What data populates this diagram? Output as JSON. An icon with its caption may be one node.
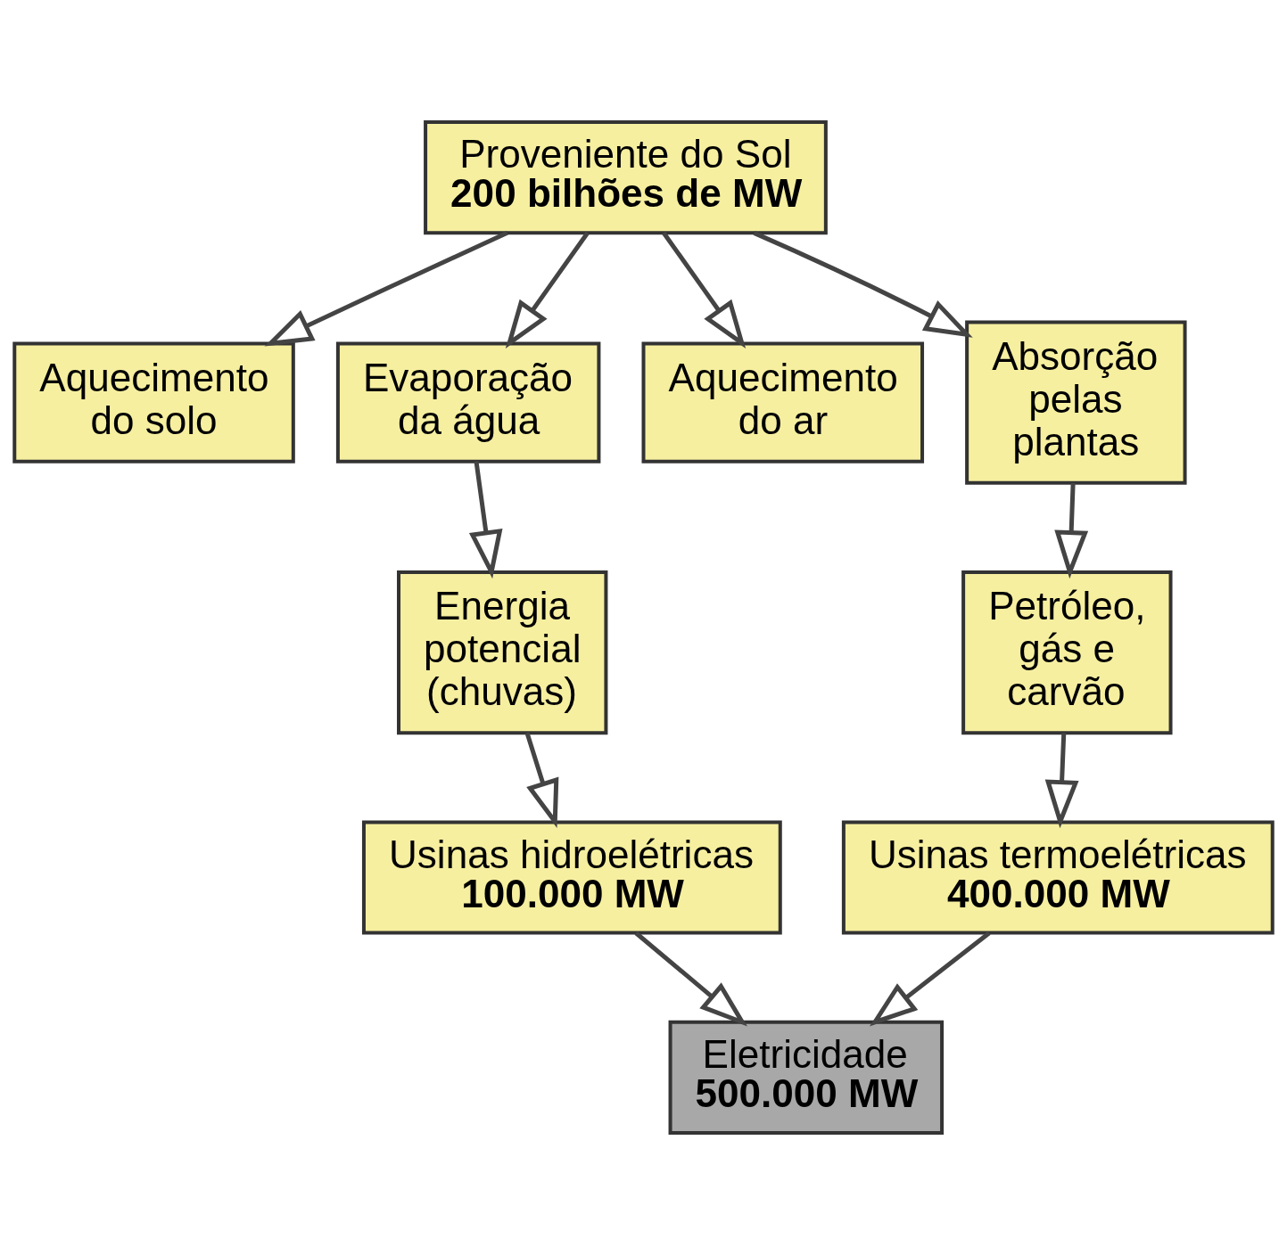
{
  "diagram": {
    "nodes": [
      {
        "text": [
          "Proveniente do Sol",
          "200 bilhões de MW"
        ]
      },
      {
        "text": [
          "Aquecimento do solo"
        ]
      },
      {
        "text": [
          "Evaporação da água"
        ]
      },
      {
        "text": [
          "Aquecimento do ar"
        ]
      },
      {
        "text": [
          "Absorção pelas plantas"
        ]
      },
      {
        "text": [
          "Energia potencial (chuvas)"
        ]
      },
      {
        "text": [
          "Petróleo, gás e carvão"
        ]
      },
      {
        "text": [
          "Usinas hidroelétricas",
          "100.000 MW"
        ]
      },
      {
        "text": [
          "Usinas termoelétricas",
          "400.000 MW"
        ]
      },
      {
        "text": [
          "Eletricidade",
          "500.000 MW"
        ]
      }
    ],
    "edges": [
      {
        "from": 0,
        "to": 1,
        "arrow": "to"
      },
      {
        "from": 0,
        "to": 2,
        "arrow": "to"
      },
      {
        "from": 0,
        "to": 3,
        "arrow": "to"
      },
      {
        "from": 0,
        "to": 4,
        "arrow": "to"
      },
      {
        "from": 2,
        "to": 5,
        "arrow": "to"
      },
      {
        "from": 4,
        "to": 6,
        "arrow": "to"
      },
      {
        "from": 5,
        "to": 7,
        "arrow": "to"
      },
      {
        "from": 6,
        "to": 8,
        "arrow": "to"
      },
      {
        "from": 7,
        "to": 9,
        "arrow": "to"
      },
      {
        "from": 8,
        "to": 9,
        "arrow": "to"
      }
    ]
  }
}
